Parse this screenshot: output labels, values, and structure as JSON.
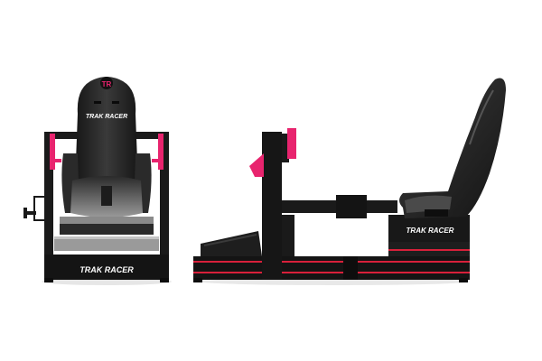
{
  "product": {
    "brand_front_seat": "TRAK RACER",
    "brand_front_base": "TRAK RACER",
    "brand_side_base": "TRAK RACER"
  },
  "colors": {
    "frame": "#1a1a1a",
    "frame_dark": "#0d0d0d",
    "accent": "#e8246e",
    "stripe": "#d8203a",
    "seat": "#202020",
    "seat_light": "#3a3a3a",
    "background": "#ffffff"
  }
}
